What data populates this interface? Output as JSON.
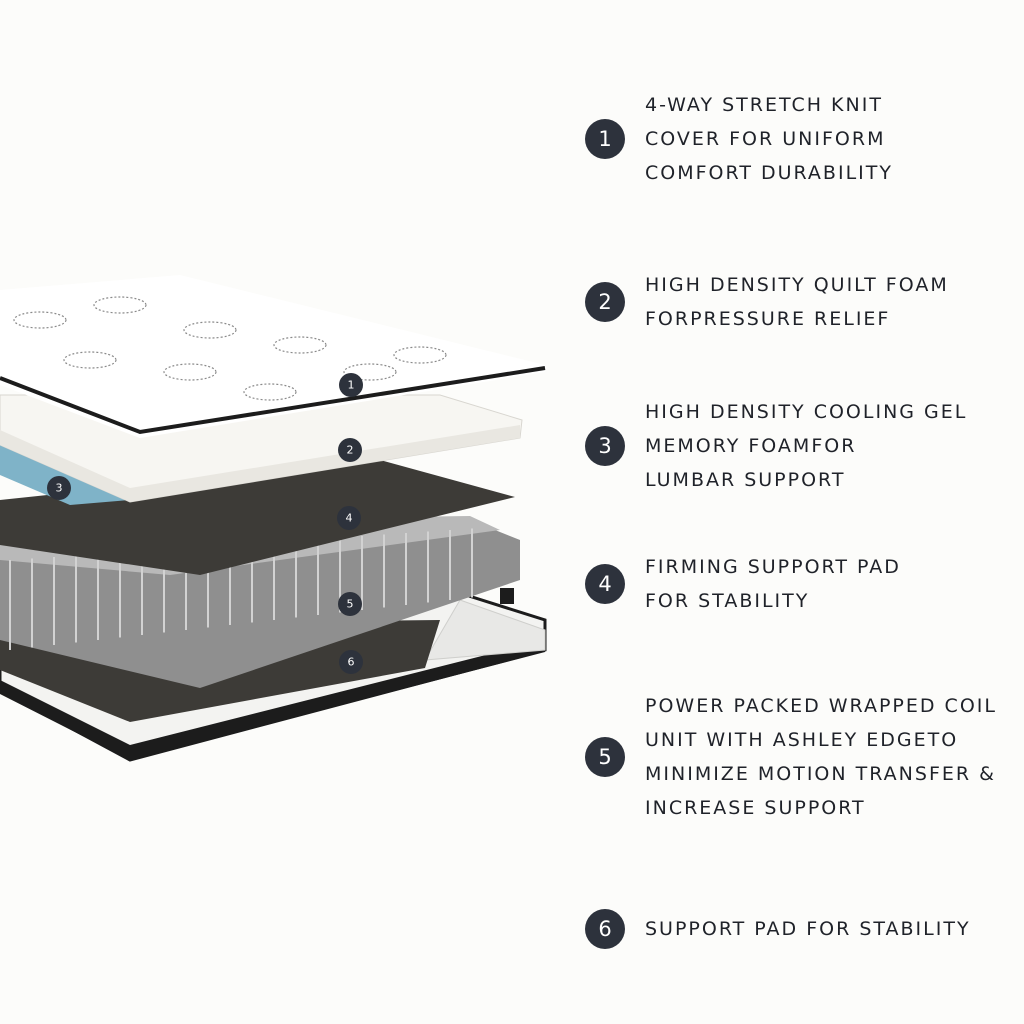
{
  "layer_markers": [
    "1",
    "2",
    "3",
    "4",
    "5",
    "6"
  ],
  "features": [
    {
      "number": "1",
      "lines": [
        "4-WAY STRETCH KNIT",
        "COVER FOR UNIFORM",
        "COMFORT DURABILITY"
      ]
    },
    {
      "number": "2",
      "lines": [
        "HIGH DENSITY QUILT FOAM",
        "FORPRESSURE RELIEF"
      ]
    },
    {
      "number": "3",
      "lines": [
        "HIGH DENSITY COOLING GEL",
        "MEMORY FOAMFOR",
        "LUMBAR SUPPORT"
      ]
    },
    {
      "number": "4",
      "lines": [
        "FIRMING SUPPORT PAD",
        "FOR STABILITY"
      ]
    },
    {
      "number": "5",
      "lines": [
        "POWER PACKED WRAPPED COIL",
        "UNIT WITH ASHLEY EDGETO",
        "MINIMIZE MOTION TRANSFER &",
        "INCREASE SUPPORT"
      ]
    },
    {
      "number": "6",
      "lines": [
        "SUPPORT PAD FOR STABILITY"
      ]
    }
  ],
  "colors": {
    "background": "#fcfcfa",
    "badge": "#2d323c",
    "text": "#1f2229",
    "gel_layer": "#7fb3c8",
    "support_pad": "#3d3b37",
    "coil": "#9a9a9a"
  }
}
